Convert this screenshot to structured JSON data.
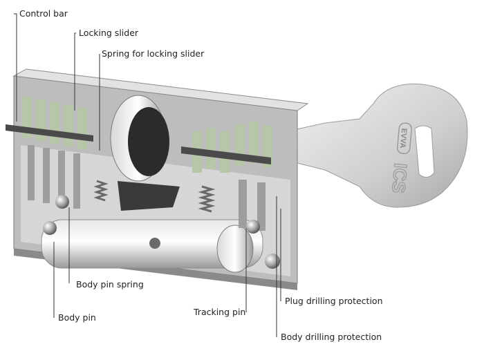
{
  "labels": {
    "control_bar": "Control bar",
    "locking_slider": "Locking slider",
    "spring_locking_slider": "Spring for locking slider",
    "body_pin_spring": "Body pin spring",
    "body_pin": "Body pin",
    "tracking_pin": "Tracking pin",
    "plug_drilling_protection": "Plug drilling protection",
    "body_drilling_protection": "Body drilling protection"
  },
  "key_inscription": {
    "brand": "EVVA",
    "model": "ICS"
  }
}
